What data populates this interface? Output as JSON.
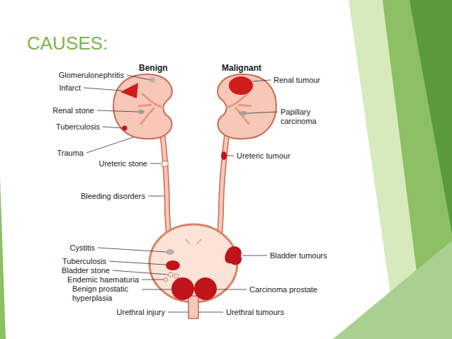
{
  "diagram": {
    "title": "CAUSES:",
    "labels": [
      "Benign",
      "Malignant",
      "Glomerulonephritis",
      "Infarct",
      "Renal stone",
      "Tuberculosis",
      "Trauma",
      "Ureteric stone",
      "Renal tumour",
      "Papillary carcinoma",
      "Ureteric tumour",
      "Bleeding disorders",
      "Cystitis",
      "Tuberculosis",
      "Bladder stone",
      "Endemic haematuria",
      "Benign prostatic hyperplasia",
      "Bladder tumours",
      "Carcinoma prostate",
      "Urethral injury",
      "Urethral tumours"
    ]
  }
}
